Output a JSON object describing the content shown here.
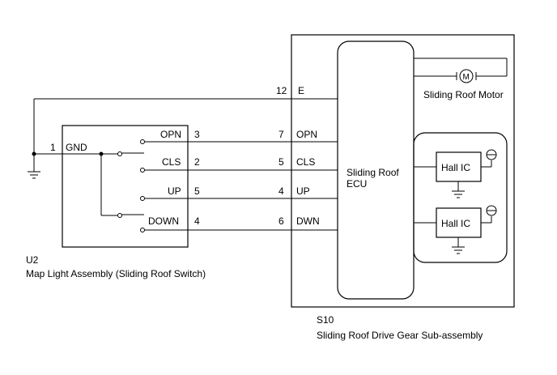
{
  "switch_assembly": {
    "code": "U2",
    "name": "Map Light Assembly (Sliding Roof Switch)",
    "gnd_pin": "1",
    "gnd_label": "GND",
    "pins": [
      {
        "label": "OPN",
        "pin": "3"
      },
      {
        "label": "CLS",
        "pin": "2"
      },
      {
        "label": "UP",
        "pin": "5"
      },
      {
        "label": "DOWN",
        "pin": "4"
      }
    ]
  },
  "drive_gear": {
    "code": "S10",
    "name": "Sliding Roof Drive Gear Sub-assembly",
    "ecu_line1": "Sliding Roof",
    "ecu_line2": "ECU",
    "motor_label": "Sliding Roof Motor",
    "motor_symbol": "M",
    "hall_ic_1": "Hall IC",
    "hall_ic_2": "Hall IC",
    "pins": [
      {
        "pin": "12",
        "label": "E"
      },
      {
        "pin": "7",
        "label": "OPN"
      },
      {
        "pin": "5",
        "label": "CLS"
      },
      {
        "pin": "4",
        "label": "UP"
      },
      {
        "pin": "6",
        "label": "DWN"
      }
    ]
  }
}
